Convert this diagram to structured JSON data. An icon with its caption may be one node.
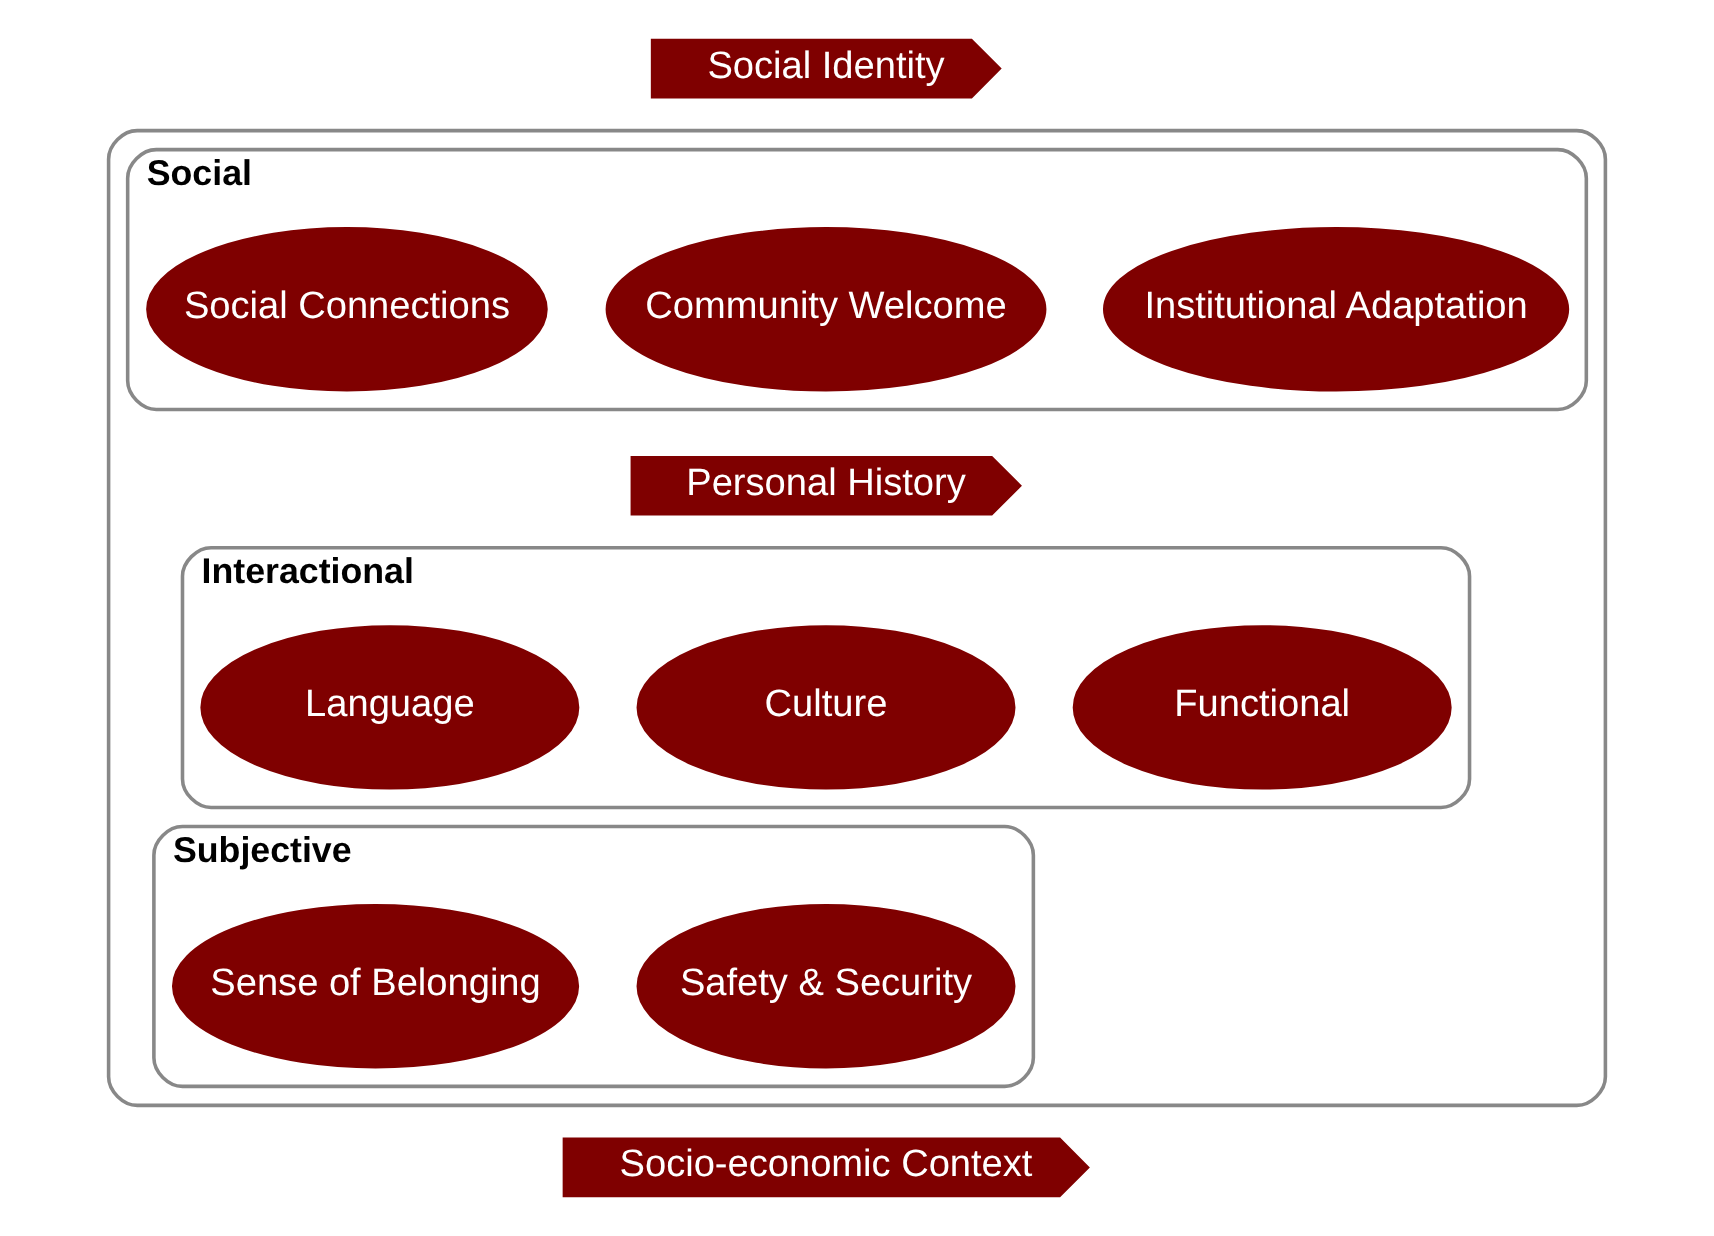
{
  "diagram": {
    "nodes": [
      {
        "text": [],
        "shape": "box"
      },
      {
        "text": [
          "Social Identity"
        ]
      },
      {
        "text": [
          "Social"
        ],
        "in": 0
      },
      {
        "text": [
          "Social Connections"
        ],
        "in": 2
      },
      {
        "text": [
          "Community Welcome"
        ],
        "in": 2
      },
      {
        "text": [
          "Institutional Adaptation"
        ],
        "in": 2
      },
      {
        "text": [
          "Personal History"
        ],
        "in": 0
      },
      {
        "text": [
          "Interactional"
        ],
        "in": 0
      },
      {
        "text": [
          "Language"
        ],
        "in": 7
      },
      {
        "text": [
          "Culture"
        ],
        "in": 7
      },
      {
        "text": [
          "Functional"
        ],
        "in": 7
      },
      {
        "text": [
          "Subjective"
        ],
        "in": 0
      },
      {
        "text": [
          "Sense of Belonging"
        ],
        "in": 11
      },
      {
        "text": [
          "Safety & Security"
        ],
        "in": 11
      },
      {
        "text": [
          "Socio-economic Context"
        ]
      }
    ],
    "edges": []
  }
}
